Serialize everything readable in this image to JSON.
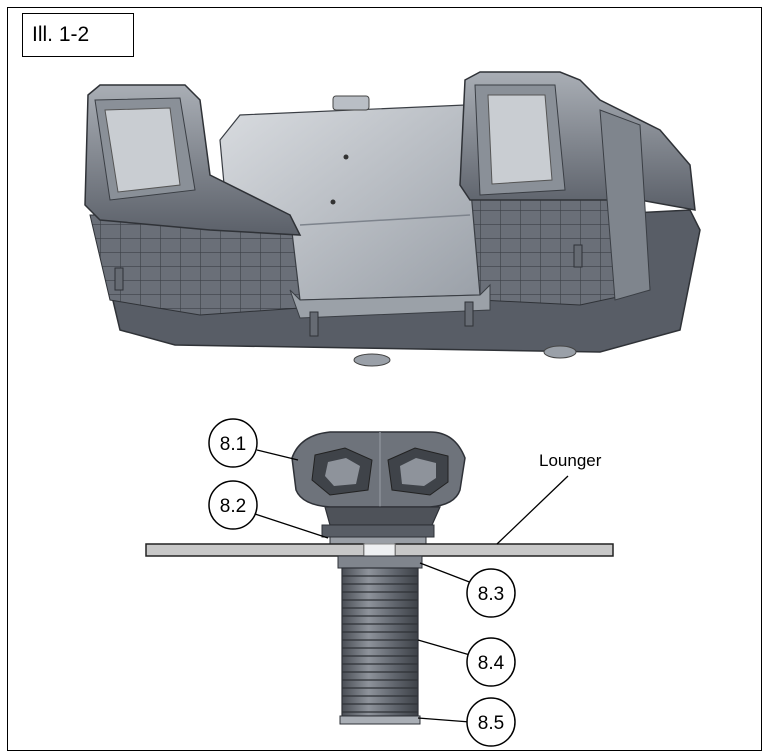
{
  "figure": {
    "label": "Ill. 1-2"
  },
  "callouts": [
    {
      "id": "8.1",
      "text": "8.1"
    },
    {
      "id": "8.2",
      "text": "8.2"
    },
    {
      "id": "8.3",
      "text": "8.3"
    },
    {
      "id": "8.4",
      "text": "8.4"
    },
    {
      "id": "8.5",
      "text": "8.5"
    }
  ],
  "labels": {
    "lounger": "Lounger"
  },
  "colors": {
    "body_dark": "#5a5f68",
    "body_mid": "#7d838c",
    "body_light": "#c4c8ce",
    "plate": "#c8c8c8"
  }
}
